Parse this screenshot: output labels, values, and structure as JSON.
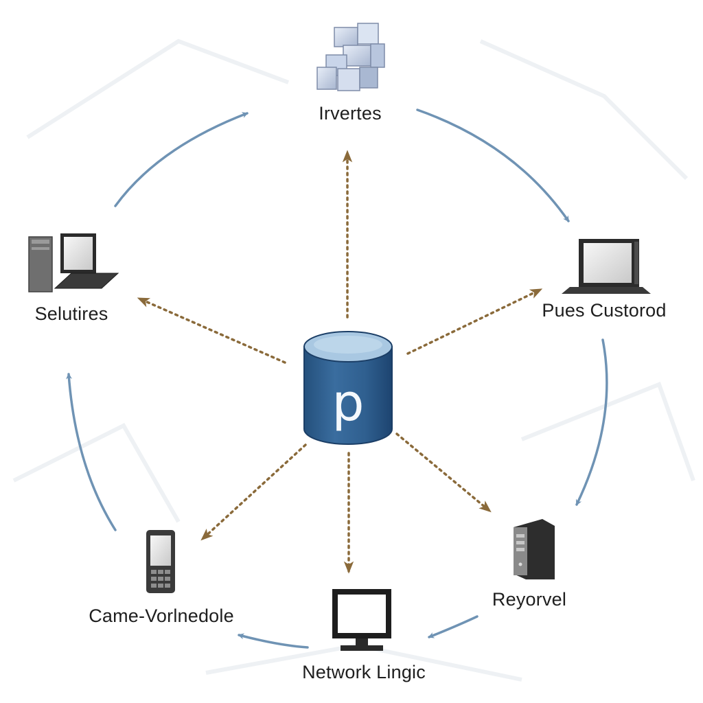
{
  "diagram": {
    "hub": {
      "letter": "p"
    },
    "nodes": {
      "top": {
        "label": "Irvertes",
        "icon": "server-blocks-icon"
      },
      "left": {
        "label": "Selutires",
        "icon": "desktop-laptop-icon"
      },
      "right": {
        "label": "Pues Custorod",
        "icon": "monitor-icon"
      },
      "bottom_right": {
        "label": "Reyorvel",
        "icon": "server-tower-icon"
      },
      "bottom": {
        "label": "Network Lingic",
        "icon": "workstation-icon"
      },
      "bottom_left": {
        "label": "Came-Vorlnedole",
        "icon": "mobile-phone-icon"
      }
    }
  },
  "colors": {
    "cycle_arrow": "#6f93b4",
    "dotted_link": "#8a6a3a",
    "hub_fill": "#2f5f8f",
    "hub_top": "#a9c8e2"
  }
}
